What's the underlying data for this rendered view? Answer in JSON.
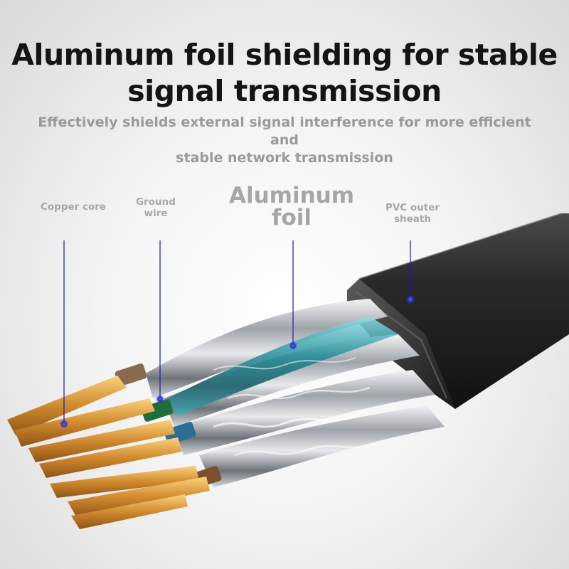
{
  "headline": {
    "line1": "Aluminum foil shielding for stable",
    "line2": "signal transmission"
  },
  "subheadline": {
    "line1": "Effectively shields external signal interference for more efficient and",
    "line2": "stable network transmission"
  },
  "callouts": {
    "copper_core": "Copper core",
    "ground_wire": "Ground\nwire",
    "aluminum_foil": "Aluminum\nfoil",
    "pvc_sheath": "PVC outer\nsheath"
  },
  "colors": {
    "leader_line": "#1a1aa6",
    "copper": "#e3a24a",
    "jacket": "#2b2b2b"
  }
}
